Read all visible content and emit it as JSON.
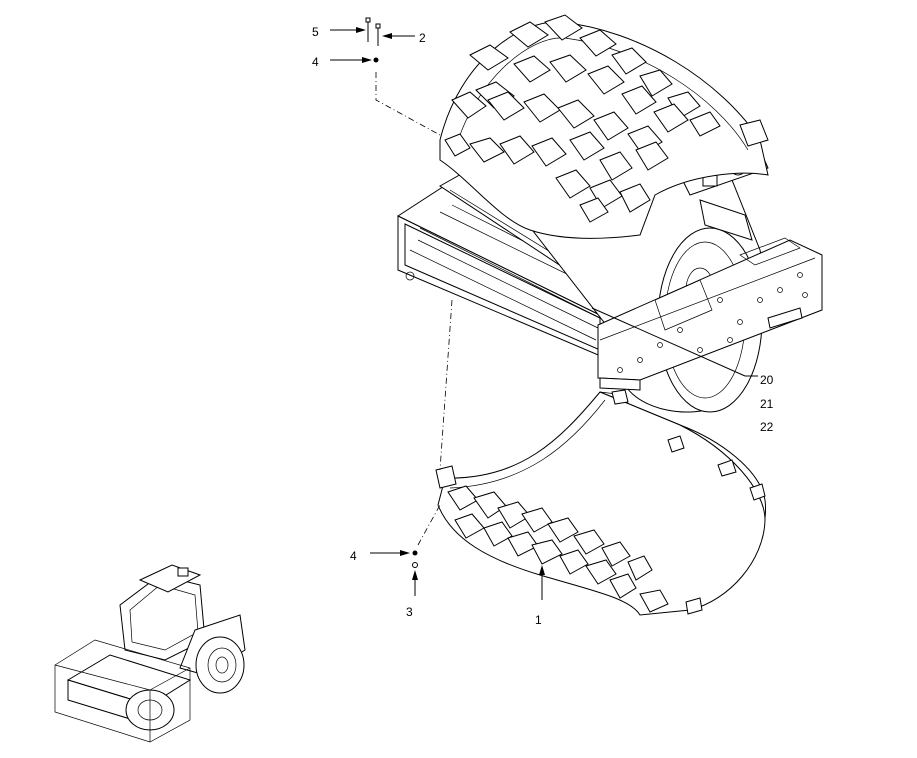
{
  "diagram": {
    "callouts": [
      {
        "id": "c5",
        "text": "5"
      },
      {
        "id": "c2",
        "text": "2"
      },
      {
        "id": "c4a",
        "text": "4"
      },
      {
        "id": "c20",
        "text": "20"
      },
      {
        "id": "c21",
        "text": "21"
      },
      {
        "id": "c22",
        "text": "22"
      },
      {
        "id": "c4b",
        "text": "4"
      },
      {
        "id": "c3",
        "text": "3"
      },
      {
        "id": "c1",
        "text": "1"
      }
    ]
  }
}
